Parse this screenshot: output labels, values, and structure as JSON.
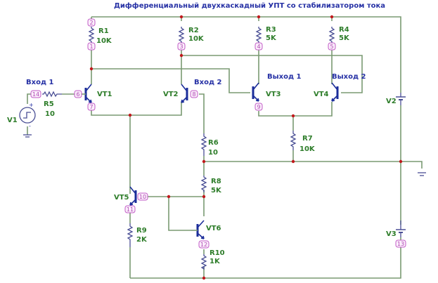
{
  "title": "Дифференциальный двухкаскадный УПТ со стабилизатором тока",
  "resistors": {
    "R1": {
      "name": "R1",
      "value": "10K"
    },
    "R2": {
      "name": "R2",
      "value": "10K"
    },
    "R3": {
      "name": "R3",
      "value": "5K"
    },
    "R4": {
      "name": "R4",
      "value": "5K"
    },
    "R5": {
      "name": "R5",
      "value": "10"
    },
    "R6": {
      "name": "R6",
      "value": "10"
    },
    "R7": {
      "name": "R7",
      "value": "10K"
    },
    "R8": {
      "name": "R8",
      "value": "5K"
    },
    "R9": {
      "name": "R9",
      "value": "2K"
    },
    "R10": {
      "name": "R10",
      "value": "1K"
    }
  },
  "transistors": {
    "VT1": "VT1",
    "VT2": "VT2",
    "VT3": "VT3",
    "VT4": "VT4",
    "VT5": "VT5",
    "VT6": "VT6"
  },
  "sources": {
    "V1": "V1",
    "V2": "V2",
    "V3": "V3"
  },
  "ports": {
    "input1": "Вход 1",
    "input2": "Вход 2",
    "output1": "Выход 1",
    "output2": "Выход 2"
  },
  "nodes": {
    "n1": "1",
    "n2": "2",
    "n3": "3",
    "n4": "4",
    "n5": "5",
    "n6": "6",
    "n7": "7",
    "n8": "8",
    "n9": "9",
    "n10": "10",
    "n11": "11",
    "n12": "12",
    "n13": "13",
    "n14": "14"
  },
  "colors": {
    "wire": "#7a9a72",
    "component": "#4a4f95",
    "transistor": "#1b2d9a",
    "junction": "#c0181c",
    "node_label": "#b04cb5",
    "component_label": "#2e7d2a",
    "port_label": "#2631a5"
  }
}
